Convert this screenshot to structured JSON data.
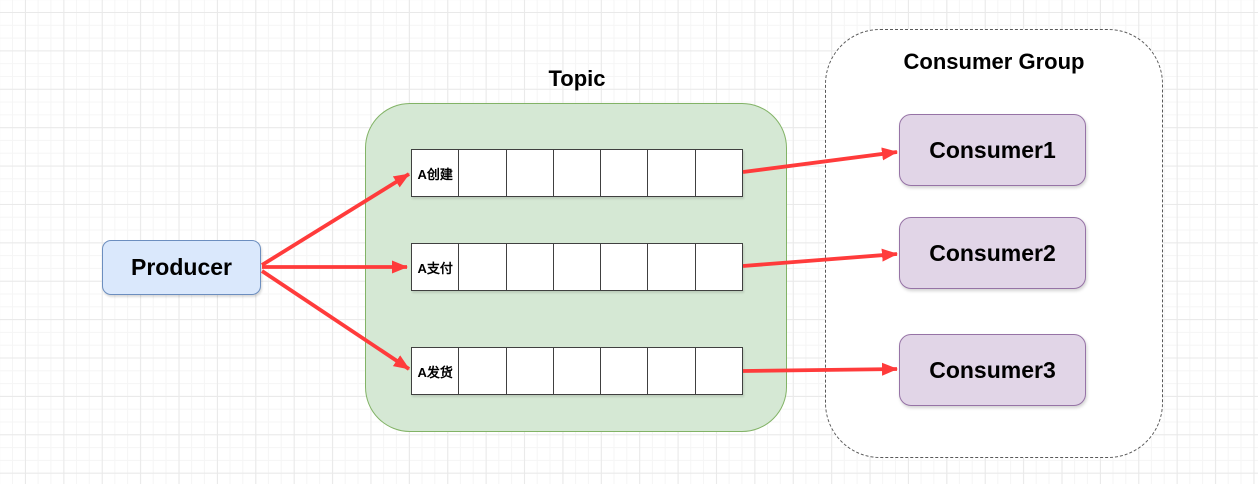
{
  "diagram": {
    "producer": {
      "label": "Producer"
    },
    "topic": {
      "title": "Topic",
      "partitions": [
        {
          "label": "A创建",
          "cells": 7
        },
        {
          "label": "A支付",
          "cells": 7
        },
        {
          "label": "A发货",
          "cells": 7
        }
      ]
    },
    "consumer_group": {
      "title": "Consumer Group",
      "consumers": [
        {
          "label": "Consumer1"
        },
        {
          "label": "Consumer2"
        },
        {
          "label": "Consumer3"
        }
      ]
    },
    "colors": {
      "producer_fill": "#dae8fc",
      "producer_border": "#6c8ebf",
      "topic_fill": "#d5e8d4",
      "topic_border": "#82b366",
      "consumer_fill": "#e1d5e7",
      "consumer_border": "#9673a6",
      "group_border": "#595959",
      "arrow": "#ff3b3b",
      "cell_border": "#404040",
      "text": "#000000"
    }
  }
}
